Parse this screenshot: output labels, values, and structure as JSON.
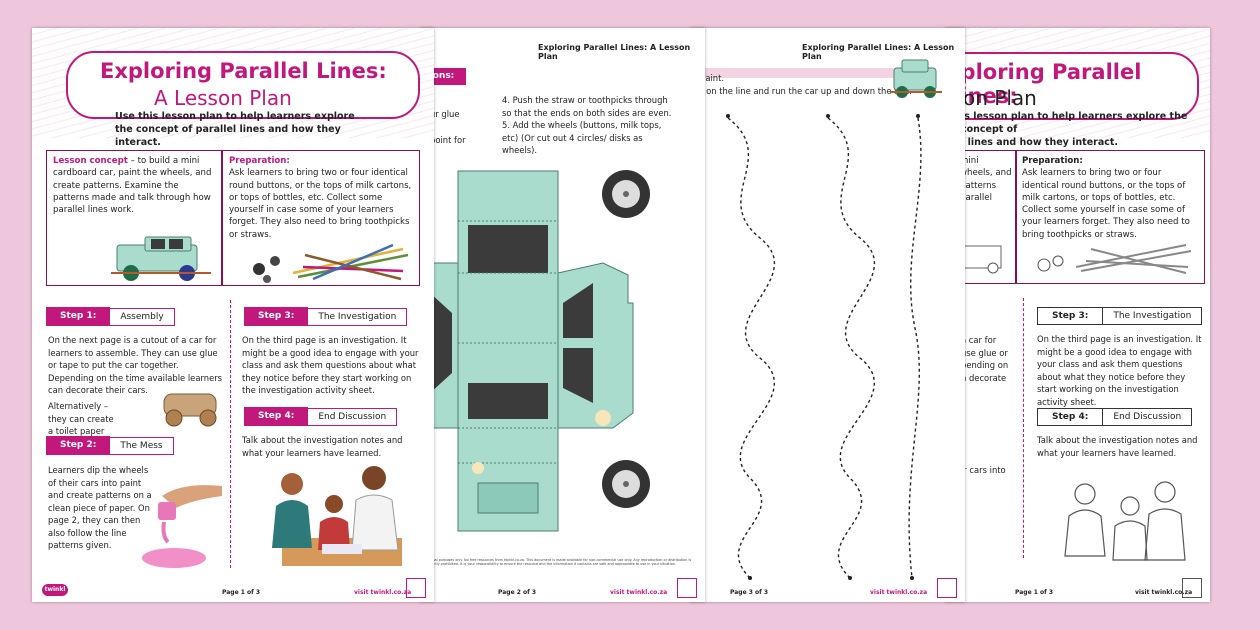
{
  "doc": {
    "title_line1": "Exploring Parallel Lines:",
    "title_line2": "A Lesson Plan",
    "title_cut1": "xploring Parallel Lines:",
    "title_cut2": "on Plan",
    "header": "Exploring Parallel Lines: A Lesson Plan",
    "intro": "Use this lesson plan to help learners explore the concept of parallel lines and how they interact.",
    "intro_cut_a": "is lesson plan to help learners explore the concept of",
    "intro_cut_b": "l lines and how they interact."
  },
  "concept": {
    "label": "Lesson concept",
    "text": "– to build a mini cardboard car, paint the wheels, and create patterns. Examine the patterns made and talk through how parallel lines work."
  },
  "preparation": {
    "label": "Preparation:",
    "text": "Ask learners to bring two or four identical round buttons, or the tops of milk cartons, or tops of bottles, etc. Collect some yourself in case some of your learners forget. They also need to bring toothpicks or straws."
  },
  "steps": [
    {
      "num": "Step 1:",
      "title": "Assembly",
      "text": "On the next page is a cutout of a car for learners to assemble. They can use glue or tape to put the car together. Depending on the time available learners can decorate their cars.",
      "extra": "Alternatively – they can create a toilet paper car."
    },
    {
      "num": "Step 2:",
      "title": "The Mess",
      "text": "Learners dip the wheels of their cars into paint and create patterns on a clean piece of paper. On page 2, they can then also follow the line patterns given."
    },
    {
      "num": "Step 3:",
      "title": "The Investigation",
      "text": "On the third page is an investigation. It might be a good idea to engage with your class and ask them questions about what they notice before they start working on the investigation activity sheet."
    },
    {
      "num": "Step 4:",
      "title": "End Discussion",
      "text": "Talk about the investigation notes and what your learners have learned."
    }
  ],
  "page4_cut": {
    "concept_lines": [
      "mini",
      "wheels, and",
      "patterns",
      "parallel"
    ],
    "step1_lines": [
      "a car for",
      "use glue or",
      "pending on",
      "n decorate"
    ],
    "step2_line": "ir cars into"
  },
  "page2": {
    "instr_tab": "ctions:",
    "frag1": "ur glue",
    "frag2": "point for",
    "instr4": "4.  Push the straw or toothpicks through so that the ends on both sides are even.",
    "instr5": "5.  Add the wheels (buttons, milk tops, etc) (Or cut out 4 circles/ disks as wheels).",
    "fine_print": "tional purposes only. No free resources from twinkl.co.za. This document is made available for non-commercial use only. Any reproduction or distribution is strictly prohibited. It is your responsibility to ensure the resource and the information it contains are safe and appropriate to use in your situation."
  },
  "page3": {
    "line1": "paint.",
    "line2": "r on the line and run the car up and down the line."
  },
  "footer": {
    "page_label": "Page 1 of 3",
    "page2_label": "Page 2 of 3",
    "page3_label": "Page 3 of 3",
    "site": "visit twinkl.co.za",
    "logo": "twinkl"
  },
  "colors": {
    "accent": "#c2187c",
    "background": "#efc7dc",
    "car": "#a9dccd"
  }
}
